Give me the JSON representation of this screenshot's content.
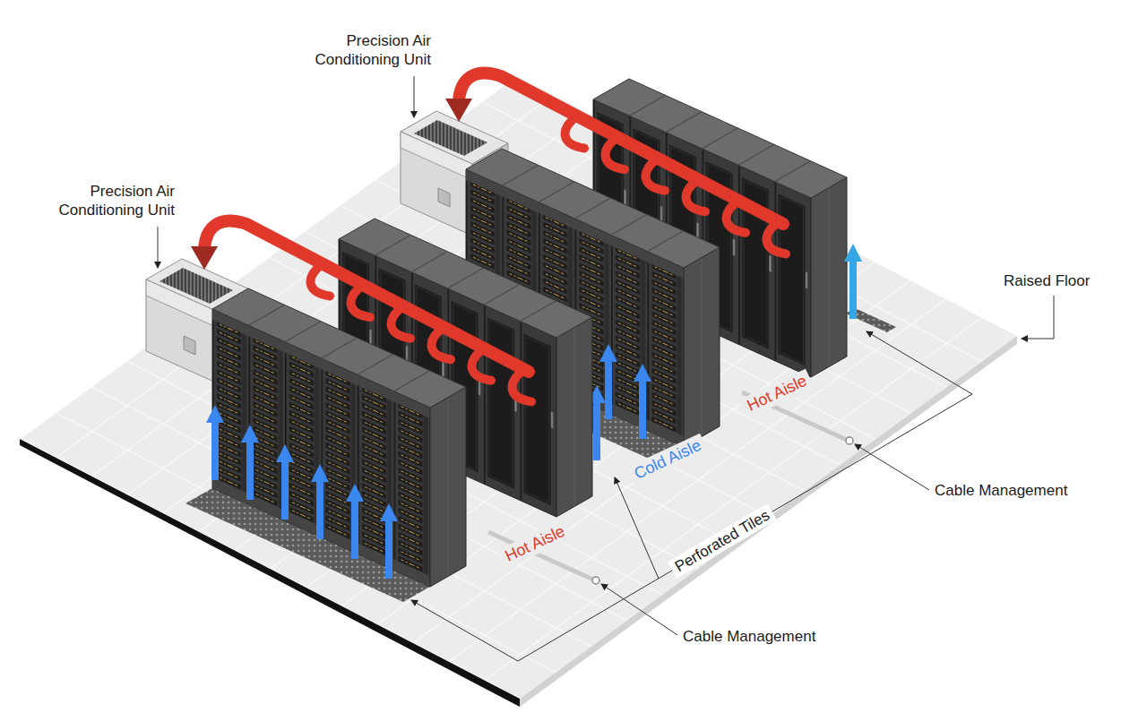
{
  "diagram": {
    "labels": [
      "Precision Air Conditioning Unit",
      "Precision Air Conditioning Unit",
      "Raised Floor",
      "Hot Aisle",
      "Cold Aisle",
      "Cable Management",
      "Hot Aisle",
      "Perforated Tiles",
      "Cable Management"
    ]
  }
}
